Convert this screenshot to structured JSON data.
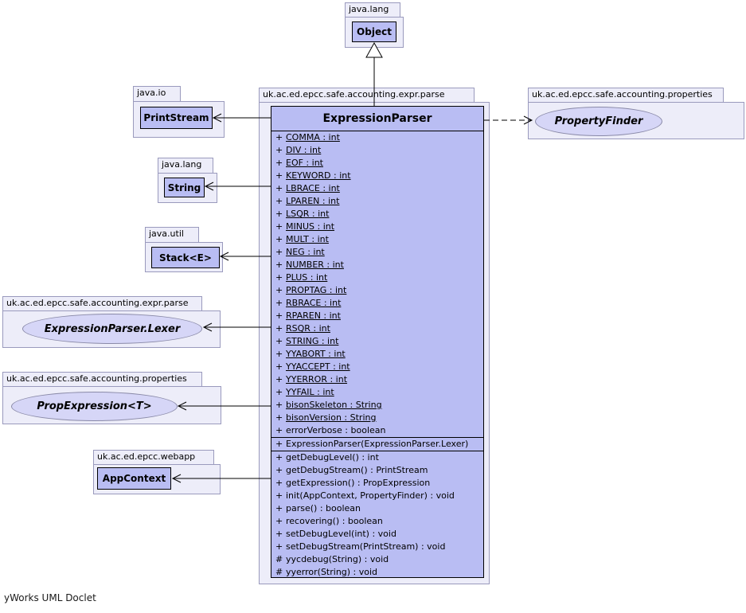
{
  "credit": "yWorks UML Doclet",
  "colors": {
    "class_fill": "#b9bdf3",
    "interface_fill": "#d6d6f7",
    "package_fill": "#ededf9",
    "package_border": "#9a9abd",
    "class_border": "#000000",
    "edge_color": "#000000",
    "background": "#ffffff"
  },
  "nodes": {
    "object": {
      "package": "java.lang",
      "name": "Object"
    },
    "printstream": {
      "package": "java.io",
      "name": "PrintStream"
    },
    "string": {
      "package": "java.lang",
      "name": "String"
    },
    "stack": {
      "package": "java.util",
      "name": "Stack<E>"
    },
    "lexer": {
      "package": "uk.ac.ed.epcc.safe.accounting.expr.parse",
      "name": "ExpressionParser.Lexer"
    },
    "propexpression": {
      "package": "uk.ac.ed.epcc.safe.accounting.properties",
      "name": "PropExpression<T>"
    },
    "appcontext": {
      "package": "uk.ac.ed.epcc.webapp",
      "name": "AppContext"
    },
    "propertyfinder": {
      "package": "uk.ac.ed.epcc.safe.accounting.properties",
      "name": "PropertyFinder"
    }
  },
  "main_class": {
    "package": "uk.ac.ed.epcc.safe.accounting.expr.parse",
    "name": "ExpressionParser",
    "attributes": [
      {
        "vis": "+",
        "label": "COMMA : int",
        "underline": true
      },
      {
        "vis": "+",
        "label": "DIV : int",
        "underline": true
      },
      {
        "vis": "+",
        "label": "EOF : int",
        "underline": true
      },
      {
        "vis": "+",
        "label": "KEYWORD : int",
        "underline": true
      },
      {
        "vis": "+",
        "label": "LBRACE : int",
        "underline": true
      },
      {
        "vis": "+",
        "label": "LPAREN : int",
        "underline": true
      },
      {
        "vis": "+",
        "label": "LSQR : int",
        "underline": true
      },
      {
        "vis": "+",
        "label": "MINUS : int",
        "underline": true
      },
      {
        "vis": "+",
        "label": "MULT : int",
        "underline": true
      },
      {
        "vis": "+",
        "label": "NEG : int",
        "underline": true
      },
      {
        "vis": "+",
        "label": "NUMBER : int",
        "underline": true
      },
      {
        "vis": "+",
        "label": "PLUS : int",
        "underline": true
      },
      {
        "vis": "+",
        "label": "PROPTAG : int",
        "underline": true
      },
      {
        "vis": "+",
        "label": "RBRACE : int",
        "underline": true
      },
      {
        "vis": "+",
        "label": "RPAREN : int",
        "underline": true
      },
      {
        "vis": "+",
        "label": "RSQR : int",
        "underline": true
      },
      {
        "vis": "+",
        "label": "STRING : int",
        "underline": true
      },
      {
        "vis": "+",
        "label": "YYABORT : int",
        "underline": true
      },
      {
        "vis": "+",
        "label": "YYACCEPT : int",
        "underline": true
      },
      {
        "vis": "+",
        "label": "YYERROR : int",
        "underline": true
      },
      {
        "vis": "+",
        "label": "YYFAIL : int",
        "underline": true
      },
      {
        "vis": "+",
        "label": "bisonSkeleton : String",
        "underline": true
      },
      {
        "vis": "+",
        "label": "bisonVersion : String",
        "underline": true
      },
      {
        "vis": "+",
        "label": "errorVerbose : boolean",
        "underline": false
      }
    ],
    "constructors": [
      {
        "vis": "+",
        "label": "ExpressionParser(ExpressionParser.Lexer)",
        "underline": false
      }
    ],
    "methods": [
      {
        "vis": "+",
        "label": "getDebugLevel() : int",
        "underline": false
      },
      {
        "vis": "+",
        "label": "getDebugStream() : PrintStream",
        "underline": false
      },
      {
        "vis": "+",
        "label": "getExpression() : PropExpression",
        "underline": false
      },
      {
        "vis": "+",
        "label": "init(AppContext, PropertyFinder) : void",
        "underline": false
      },
      {
        "vis": "+",
        "label": "parse() : boolean",
        "underline": false
      },
      {
        "vis": "+",
        "label": "recovering() : boolean",
        "underline": false
      },
      {
        "vis": "+",
        "label": "setDebugLevel(int) : void",
        "underline": false
      },
      {
        "vis": "+",
        "label": "setDebugStream(PrintStream) : void",
        "underline": false
      },
      {
        "vis": "#",
        "label": "yycdebug(String) : void",
        "underline": false
      },
      {
        "vis": "#",
        "label": "yyerror(String) : void",
        "underline": false
      }
    ]
  }
}
